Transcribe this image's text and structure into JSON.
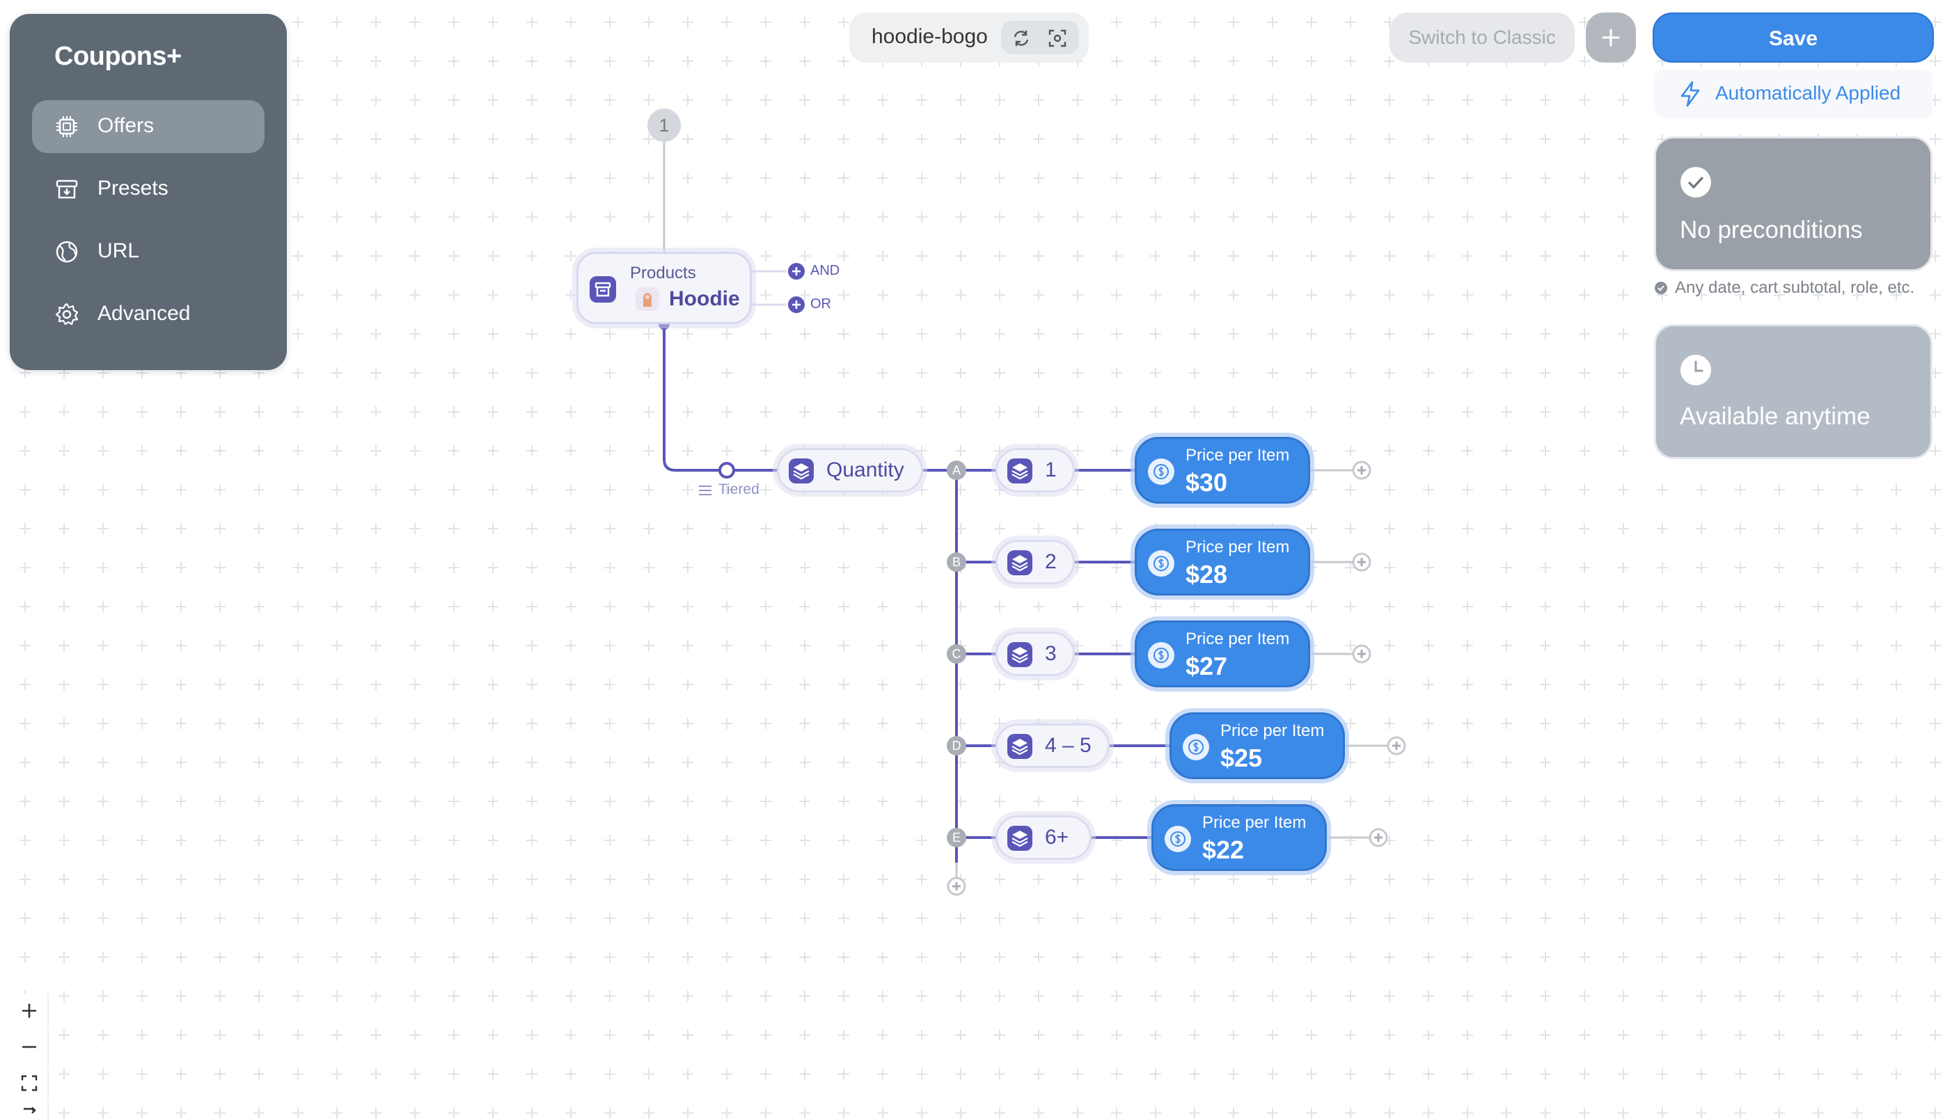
{
  "app": {
    "brand": "Coupons+"
  },
  "sidebar": {
    "items": [
      {
        "label": "Offers",
        "icon": "chip-icon",
        "active": true
      },
      {
        "label": "Presets",
        "icon": "archive-icon",
        "active": false
      },
      {
        "label": "URL",
        "icon": "globe-icon",
        "active": false
      },
      {
        "label": "Advanced",
        "icon": "gear-icon",
        "active": false
      }
    ]
  },
  "toolbar": {
    "offer_name": "hoodie-bogo",
    "switch_label": "Switch to Classic",
    "save_label": "Save",
    "auto_applied": "Automatically Applied"
  },
  "conditions": {
    "preconditions_title": "No preconditions",
    "preconditions_note": "Any date, cart subtotal, role, etc.",
    "schedule_title": "Available anytime"
  },
  "flow": {
    "step_number": "1",
    "products": {
      "caption": "Products",
      "value": "Hoodie"
    },
    "connectors": {
      "and": "AND",
      "or": "OR"
    },
    "quantity": {
      "label": "Quantity",
      "mode": "Tiered"
    },
    "tiers": [
      {
        "letter": "A",
        "qty": "1",
        "price_caption": "Price per Item",
        "price": "$30"
      },
      {
        "letter": "B",
        "qty": "2",
        "price_caption": "Price per Item",
        "price": "$28"
      },
      {
        "letter": "C",
        "qty": "3",
        "price_caption": "Price per Item",
        "price": "$27"
      },
      {
        "letter": "D",
        "qty": "4 – 5",
        "price_caption": "Price per Item",
        "price": "$25"
      },
      {
        "letter": "E",
        "qty": "6+",
        "price_caption": "Price per Item",
        "price": "$22"
      }
    ]
  },
  "colors": {
    "primary": "#3c8ae8",
    "node_accent": "#5a56b8",
    "sidebar_bg": "#5e6974"
  }
}
